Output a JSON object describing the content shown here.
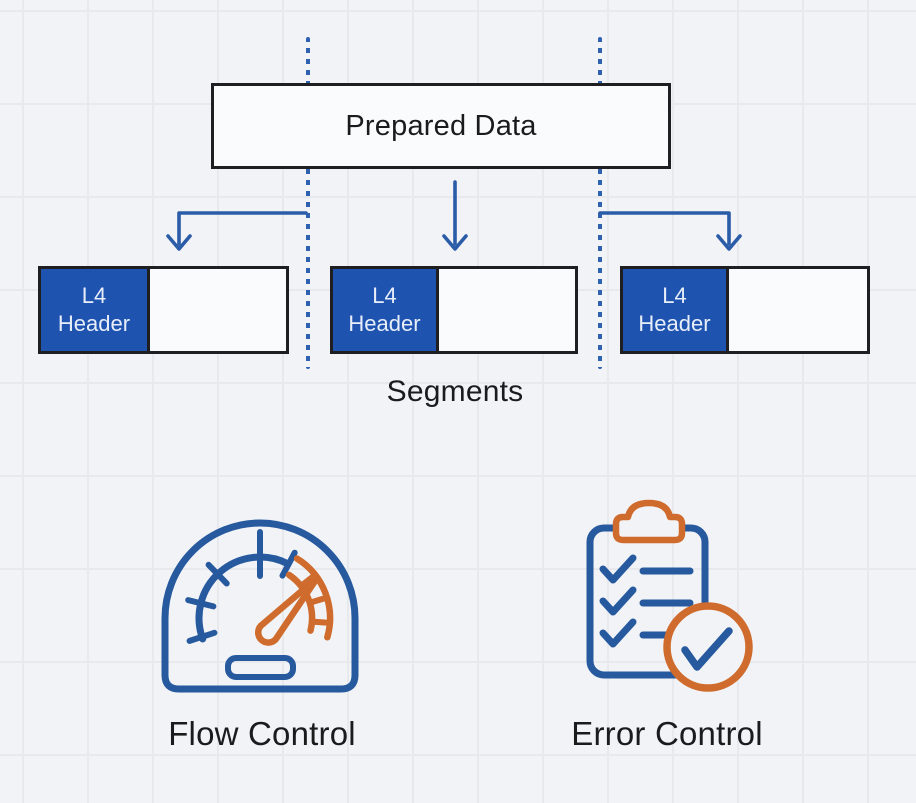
{
  "colors": {
    "background": "#f2f3f6",
    "grid_line": "#e7e9ed",
    "line_blue": "#2b5ca8",
    "dotted_blue": "#2e62b0",
    "fill_blue": "#1e53b0",
    "icon_blue": "#26599e",
    "icon_orange": "#cf6c2d",
    "ink": "#1a1b1d",
    "box_fill": "#fafbfc",
    "box_border": "#1f1f22",
    "header_text": "#e8eef9"
  },
  "diagram": {
    "source_box": {
      "label": "Prepared Data"
    },
    "segments": {
      "caption": "Segments",
      "items": [
        {
          "header_top": "L4",
          "header_bottom": "Header"
        },
        {
          "header_top": "L4",
          "header_bottom": "Header"
        },
        {
          "header_top": "L4",
          "header_bottom": "Header"
        }
      ]
    },
    "features": [
      {
        "icon": "speedometer-icon",
        "label": "Flow Control"
      },
      {
        "icon": "clipboard-checklist-icon",
        "label": "Error Control"
      }
    ]
  }
}
